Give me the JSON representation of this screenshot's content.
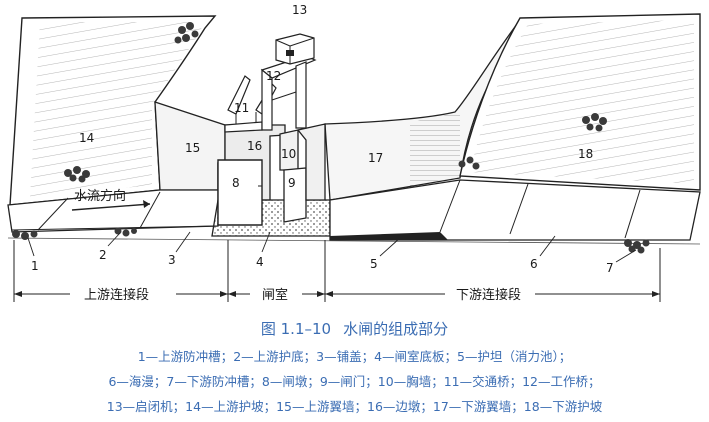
{
  "figure": {
    "labels": {
      "n1": "1",
      "n2": "2",
      "n3": "3",
      "n4": "4",
      "n5": "5",
      "n6": "6",
      "n7": "7",
      "n8": "8",
      "n9": "9",
      "n10": "10",
      "n11": "11",
      "n12": "12",
      "n13": "13",
      "n14": "14",
      "n15": "15",
      "n16": "16",
      "n17": "17",
      "n18": "18",
      "flow": "水流方向"
    },
    "sections": {
      "upstream": "上游连接段",
      "chamber": "闸室",
      "downstream": "下游连接段"
    }
  },
  "caption": {
    "number": "图 1.1–10",
    "title": "水闸的组成部分"
  },
  "legend": {
    "line1": "1—上游防冲槽；2—上游护底；3—铺盖；4—闸室底板；5—护坦（消力池）；",
    "line2": "6—海漫；7—下游防冲槽；8—闸墩；9—闸门；10—胸墙；11—交通桥；12—工作桥；",
    "line3": "13—启闭机；14—上游护坡；15—上游翼墙；16—边墩；17—下游翼墙；18—下游护坡"
  }
}
